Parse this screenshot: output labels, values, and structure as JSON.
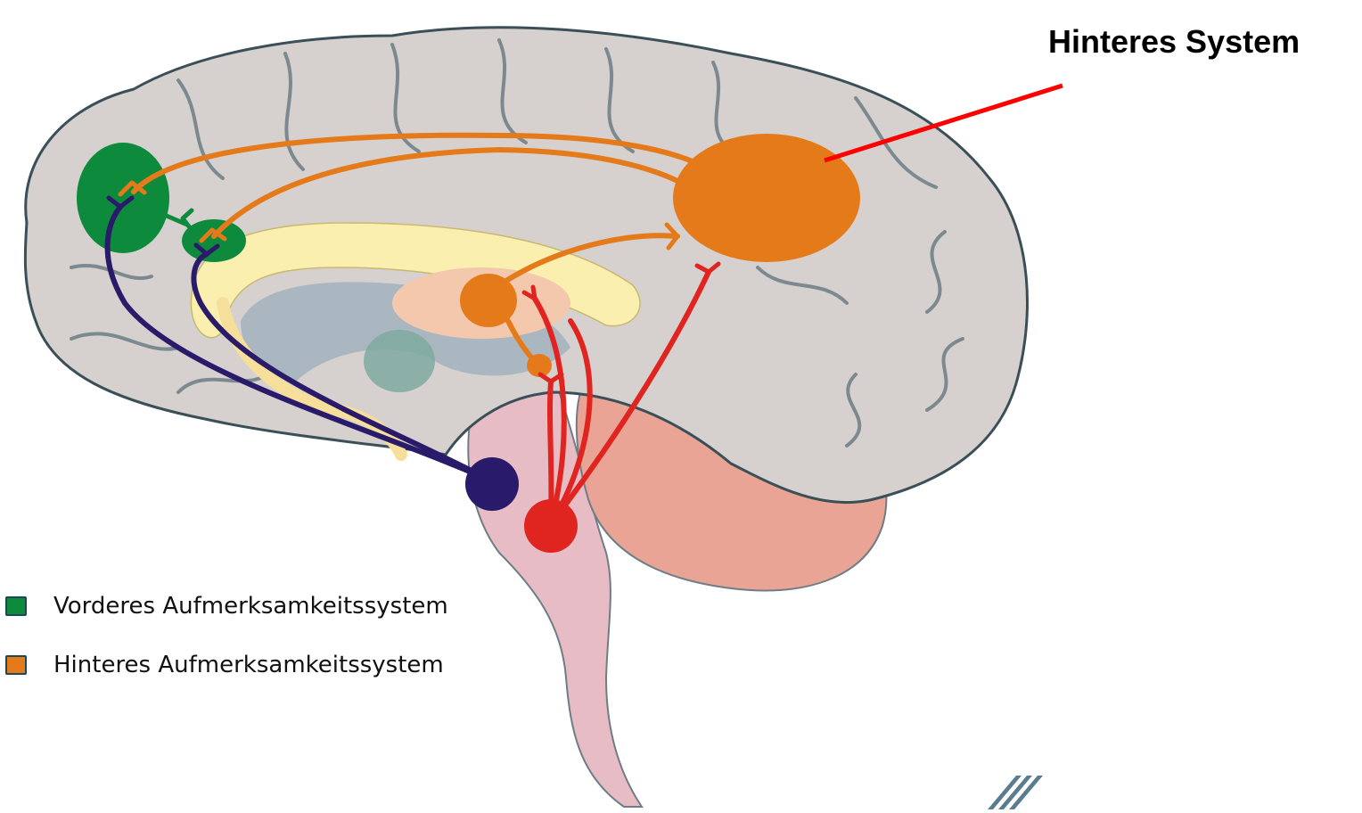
{
  "title": "Hinteres System",
  "legend": [
    {
      "label": "Vorderes Aufmerksamkeitssystem",
      "color": "#0d8a3c"
    },
    {
      "label": "Hinteres Aufmerksamkeitssystem",
      "color": "#e57a1b"
    }
  ],
  "colors": {
    "cortex": "#d6d1ce",
    "cortex_outline": "#3a4f57",
    "corpus_callosum": "#fbefb0",
    "thalamus": "#f3c8ad",
    "brainstem": "#e8bcc4",
    "cerebellum": "#e9a495",
    "ventricle": "#9fb0bd",
    "green": "#0d8a3c",
    "orange": "#e57a1b",
    "red": "#e0241f",
    "navy": "#2a1a6a",
    "pointer": "#ff0000"
  }
}
